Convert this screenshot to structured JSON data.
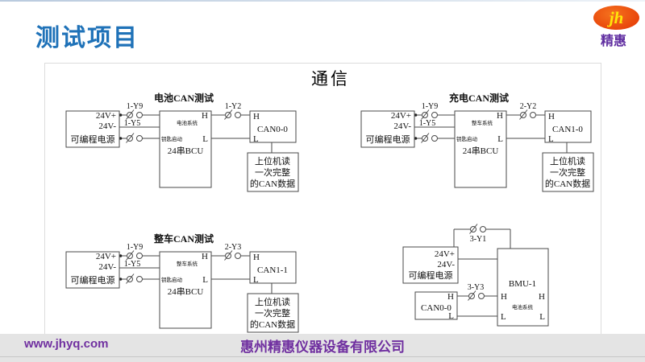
{
  "slide": {
    "top_title": "测试项目",
    "section_heading": "通信",
    "logo": {
      "monogram": "jh",
      "brand": "精惠"
    },
    "footer": {
      "website": "www.jhyq.com",
      "company": "惠州精惠仪器设备有限公司"
    },
    "colors": {
      "title_blue": "#1f72b8",
      "footer_purple": "#7030a0",
      "logo_red": "#e8430a",
      "logo_yellow": "#ffe60a",
      "brand_purple": "#5f2da0",
      "diagram_line": "#4a4a4a"
    }
  },
  "labels": {
    "h": "H",
    "l": "L"
  },
  "diagrams": [
    {
      "title": "电池CAN测试",
      "psu": [
        "24V+",
        "24V-",
        "可编程电源"
      ],
      "switch_top": "1-Y9",
      "switch_key": "1-Y5",
      "switch_can": "1-Y2",
      "bcu": {
        "system": "电池系统",
        "key": "钥匙启动",
        "name": "24串BCU"
      },
      "can": {
        "name": "CAN0-0"
      },
      "result": [
        "上位机读",
        "一次完整",
        "的CAN数据"
      ]
    },
    {
      "title": "充电CAN测试",
      "psu": [
        "24V+",
        "24V-",
        "可编程电源"
      ],
      "switch_top": "1-Y9",
      "switch_key": "1-Y5",
      "switch_can": "2-Y2",
      "bcu": {
        "system": "整车系统",
        "key": "钥匙启动",
        "name": "24串BCU"
      },
      "can": {
        "name": "CAN1-0"
      },
      "result": [
        "上位机读",
        "一次完整",
        "的CAN数据"
      ]
    },
    {
      "title": "整车CAN测试",
      "psu": [
        "24V+",
        "24V-",
        "可编程电源"
      ],
      "switch_top": "1-Y9",
      "switch_key": "1-Y5",
      "switch_can": "2-Y3",
      "bcu": {
        "system": "整车系统",
        "key": "钥匙启动",
        "name": "24串BCU"
      },
      "can": {
        "name": "CAN1-1"
      },
      "result": [
        "上位机读",
        "一次完整",
        "的CAN数据"
      ]
    },
    {
      "psu": [
        "24V+",
        "24V-",
        "可编程电源"
      ],
      "switch_top": "3-Y1",
      "switch_can": "3-Y3",
      "bmu": {
        "name": "BMU-1",
        "system": "电池系统"
      },
      "can": {
        "name": "CAN0-0"
      }
    }
  ]
}
